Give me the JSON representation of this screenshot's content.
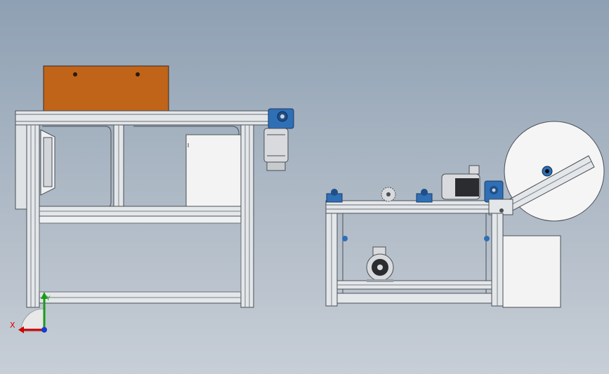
{
  "viewport": {
    "background_top": "#8ea0b3",
    "background_bottom": "#c7ced6"
  },
  "colors": {
    "frame": "#e4e7ea",
    "frame_edge": "#4a4f55",
    "copper_plate": "#c0641a",
    "gearbox_blue": "#2f6fb5",
    "motor_grey": "#d8dadd",
    "cabinet": "#f3f3f3"
  },
  "views": {
    "front_view": {
      "components": [
        "frame-top-rail",
        "copper-plate",
        "gearbox-motor",
        "side-cover-panel",
        "electrical-box",
        "lower-frame"
      ]
    },
    "side_view": {
      "components": [
        "frame-top-rail",
        "sprocket",
        "drive-motor",
        "gearbox",
        "conveyor-arm",
        "detail-circle",
        "lower-motor",
        "cabinet"
      ]
    }
  },
  "triad": {
    "x_label": "X",
    "y_label": "Y",
    "x_color": "#d00000",
    "y_color": "#1a9a1a",
    "z_color": "#1a3ad0",
    "icon": "coordinate-triad-icon"
  }
}
